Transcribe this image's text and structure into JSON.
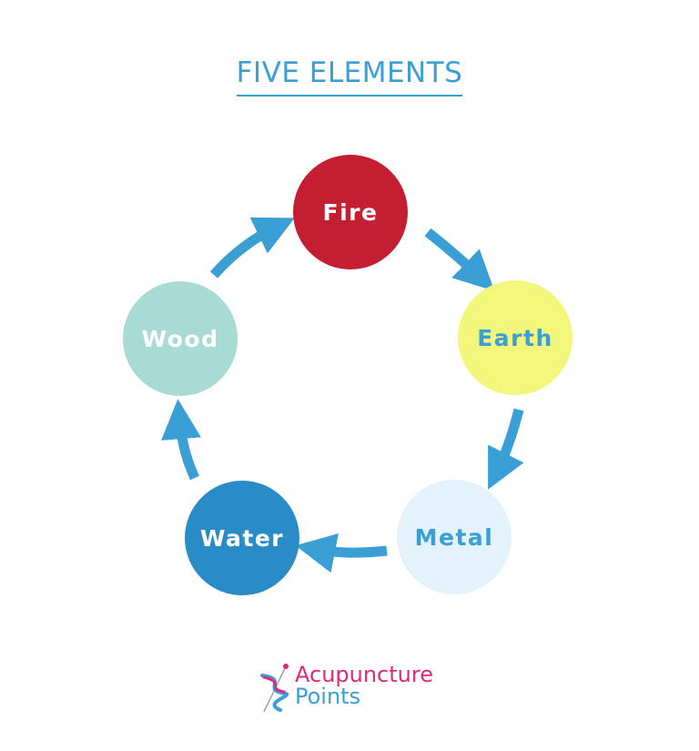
{
  "title": "FIVE ELEMENTS",
  "colors": {
    "title": "#3a9fd4",
    "arrow": "#3a9fd4",
    "fire": "#c41e33",
    "earth": "#f2f77c",
    "metal": "#e4f2fb",
    "water": "#2a8cc6",
    "wood": "#a7dbd3",
    "light_text": "#ffffff",
    "dark_text": "#3a9fd4",
    "logo_primary": "#e0287a",
    "logo_secondary": "#3a9fd4"
  },
  "elements": [
    {
      "id": "fire",
      "label": "Fire"
    },
    {
      "id": "earth",
      "label": "Earth"
    },
    {
      "id": "metal",
      "label": "Metal"
    },
    {
      "id": "water",
      "label": "Water"
    },
    {
      "id": "wood",
      "label": "Wood"
    }
  ],
  "cycle": [
    {
      "from": "Fire",
      "to": "Earth"
    },
    {
      "from": "Earth",
      "to": "Metal"
    },
    {
      "from": "Metal",
      "to": "Water"
    },
    {
      "from": "Water",
      "to": "Wood"
    },
    {
      "from": "Wood",
      "to": "Fire"
    }
  ],
  "logo": {
    "line1": "Acupuncture",
    "line2": "Points",
    "icon": "acupuncture-needle-helix-icon"
  }
}
